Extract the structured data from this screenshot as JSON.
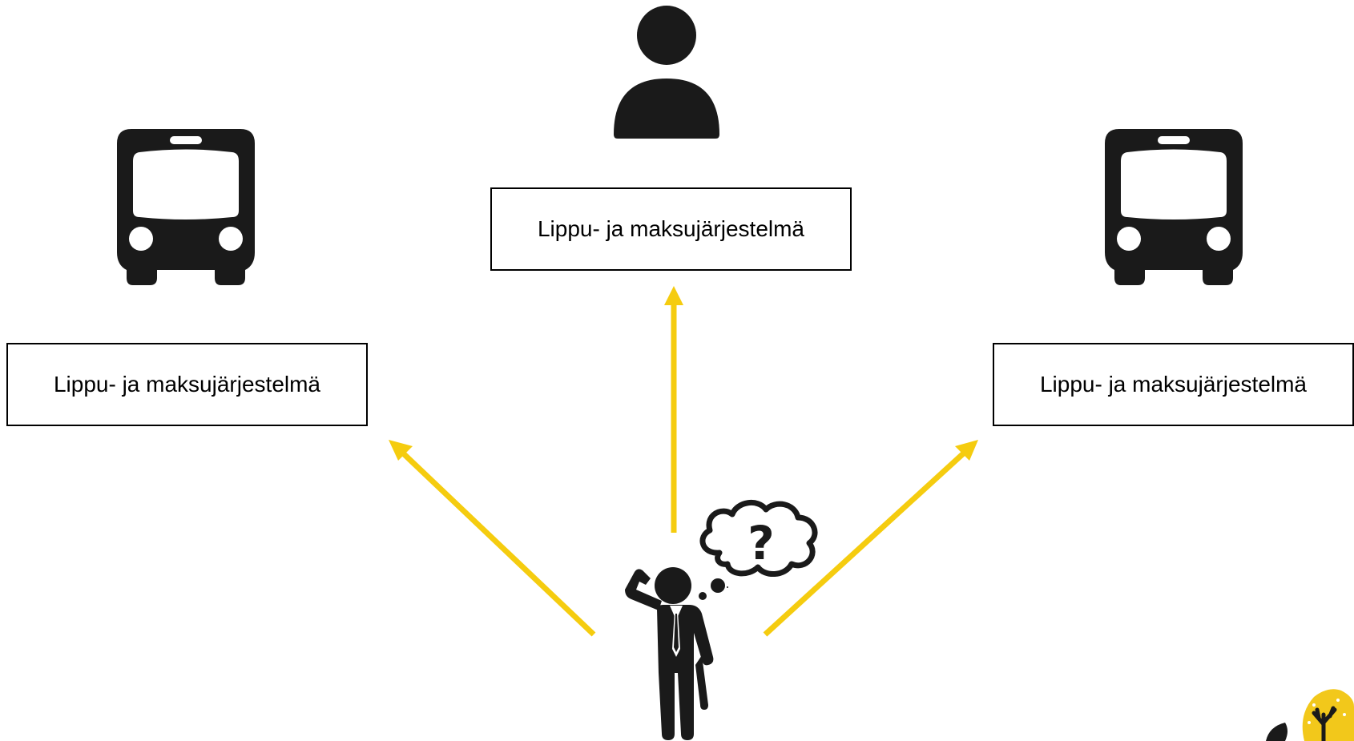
{
  "boxes": {
    "left": "Lippu- ja maksujärjestelmä",
    "center": "Lippu- ja maksujärjestelmä",
    "right": "Lippu- ja maksujärjestelmä"
  },
  "icons": {
    "left": "bus-icon",
    "center": "person-icon",
    "right": "bus-icon",
    "bottom": "confused-businessman-icon",
    "thought": "thought-bubble-question-icon",
    "corner": "tree-logo-icon"
  },
  "colors": {
    "arrow": "#F5CC0F",
    "icon": "#1a1a1a",
    "logo_yellow": "#F2C81B"
  }
}
